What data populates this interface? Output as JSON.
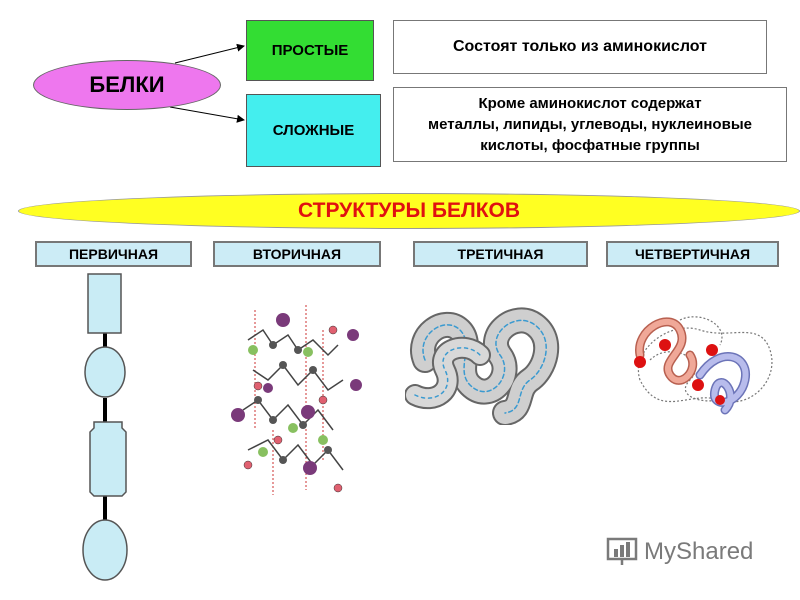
{
  "main": {
    "proteins": "БЕЛКИ",
    "simple": "ПРОСТЫЕ",
    "complex": "СЛОЖНЫЕ",
    "simple_desc": "Состоят только из аминокислот",
    "complex_desc": [
      "Кроме аминокислот содержат",
      "металлы, липиды, углеводы, нуклеиновые",
      "кислоты, фосфатные группы"
    ],
    "structures_title": "СТРУКТУРЫ БЕЛКОВ",
    "structures": [
      "ПЕРВИЧНАЯ",
      "ВТОРИЧНАЯ",
      "ТРЕТИЧНАЯ",
      "ЧЕТВЕРТИЧНАЯ"
    ]
  },
  "watermark": "MyShared",
  "colors": {
    "proteins_fill": "#ee77ee",
    "simple_fill": "#33dd33",
    "complex_fill": "#44eeee",
    "banner_fill": "#ffff22",
    "banner_text": "#e01010",
    "label_fill": "#ccecf6",
    "primary_shapes": "#c9ecf5"
  },
  "icons": [
    "monitor-chart-icon"
  ]
}
